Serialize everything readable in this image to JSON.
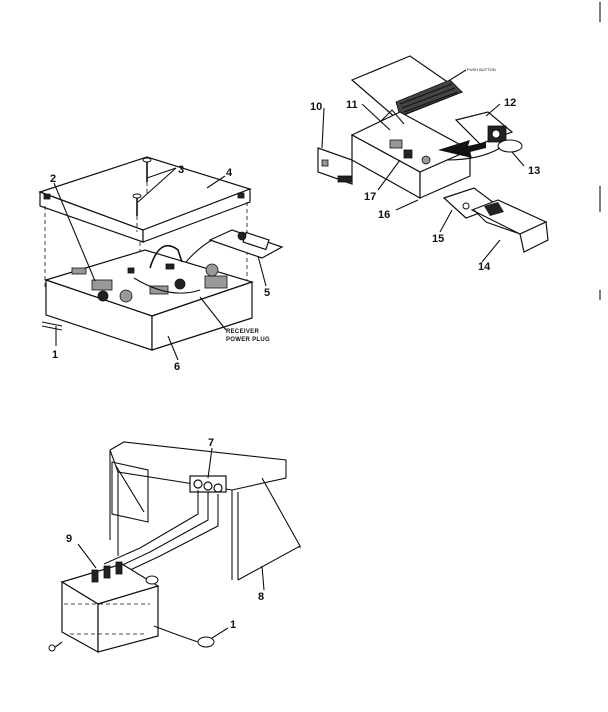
{
  "diagram": {
    "top_left": {
      "callouts": [
        "1",
        "2",
        "3",
        "4",
        "5",
        "6"
      ],
      "plug_label_line1": "RECEIVER",
      "plug_label_line2": "POWER PLUG"
    },
    "top_right": {
      "callouts": [
        "10",
        "11",
        "12",
        "13",
        "14",
        "15",
        "16",
        "17"
      ],
      "button_label": "PUSH BUTTON"
    },
    "bottom": {
      "callouts": [
        "7",
        "8",
        "9",
        "1"
      ]
    }
  }
}
